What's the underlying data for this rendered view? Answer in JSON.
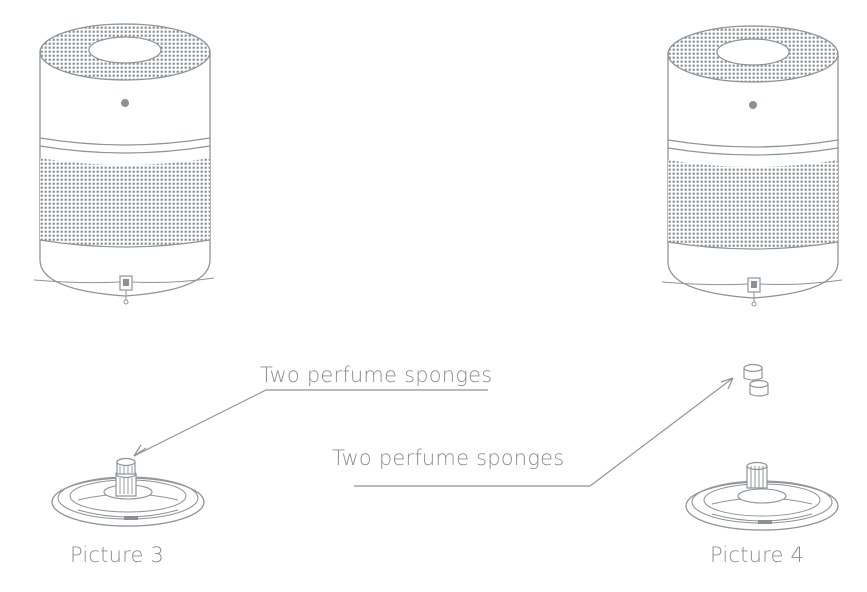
{
  "colors": {
    "line": "#8e949a",
    "mesh": "#8a9096",
    "text": "#8a8f93",
    "background": "#ffffff"
  },
  "icons": [
    "air-purifier-icon",
    "purifier-base-icon",
    "perfume-sponge-icon"
  ],
  "callouts": {
    "left": "Two perfume sponges",
    "right": "Two perfume sponges"
  },
  "captions": {
    "picture3": "Picture 3",
    "picture4": "Picture 4"
  }
}
